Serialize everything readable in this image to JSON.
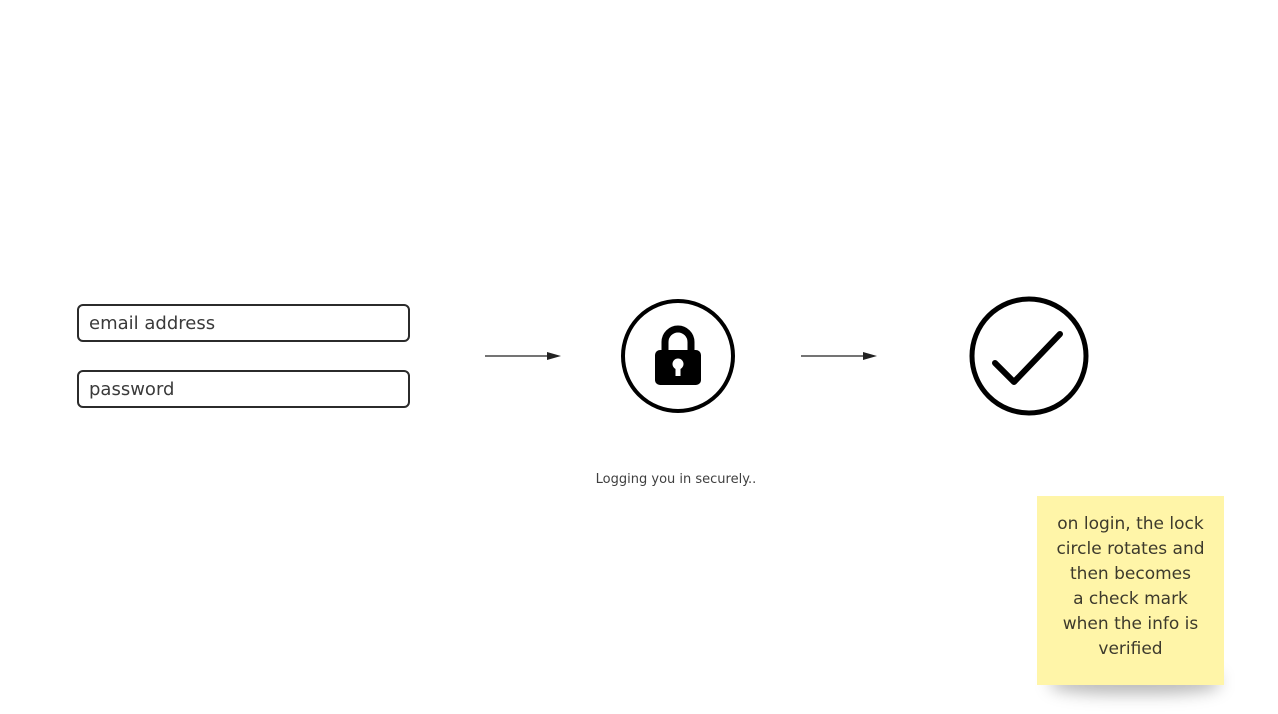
{
  "login_form": {
    "email_placeholder": "email address",
    "password_placeholder": "password"
  },
  "flow": {
    "steps": [
      {
        "icon": "lock-icon"
      },
      {
        "icon": "check-icon"
      }
    ],
    "status_caption": "Logging you in securely.."
  },
  "sticky_note": {
    "lines": [
      "on login, the lock",
      "circle rotates and",
      "then becomes",
      "a check mark",
      "when the info is",
      "verified"
    ],
    "color": "#fff5a8"
  }
}
